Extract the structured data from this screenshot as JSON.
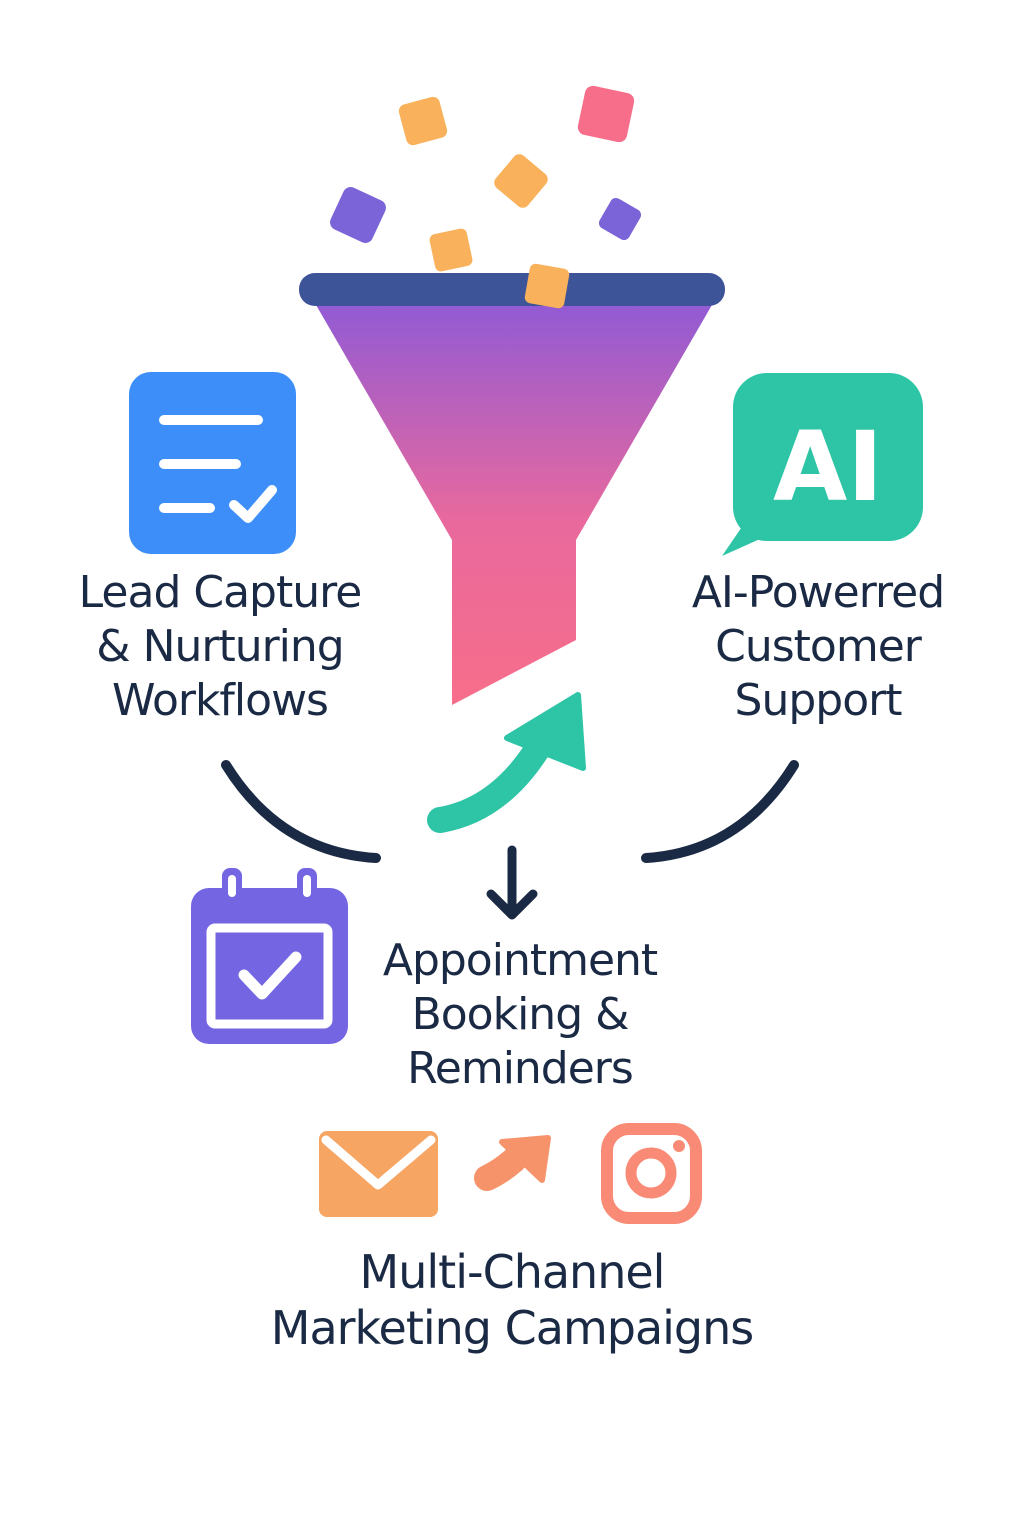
{
  "nodes": {
    "lead_capture": {
      "lines": [
        "Lead Capture",
        "& Nurturing",
        "Workflows"
      ],
      "icon": "document-checklist-icon",
      "color": "#3d8ef8"
    },
    "ai_support": {
      "lines": [
        "AI-Powerred",
        "Customer",
        "Support"
      ],
      "icon": "ai-chat-bubble-icon",
      "icon_text": "AI",
      "color": "#2ec4a6"
    },
    "appointment": {
      "lines": [
        "Appointment",
        "Booking &",
        "Reminders"
      ],
      "icon": "calendar-check-icon",
      "color": "#7466e2"
    },
    "multi_channel": {
      "lines": [
        "Multi-Channel",
        "Marketing Campaigns"
      ],
      "icons": [
        "envelope-icon",
        "share-arrow-icon",
        "instagram-icon"
      ],
      "color": "#f6a563"
    }
  },
  "funnel": {
    "icon": "funnel-icon",
    "rim_color": "#3e5499",
    "gradient_top": "#8f5ad6",
    "gradient_bottom": "#f76e8a"
  },
  "palette": {
    "text": "#1b2a44",
    "orange": "#f9b25b",
    "pink": "#f76e8a",
    "purple": "#7b63d8",
    "teal": "#2ec4a6",
    "connector": "#1b2a44"
  }
}
